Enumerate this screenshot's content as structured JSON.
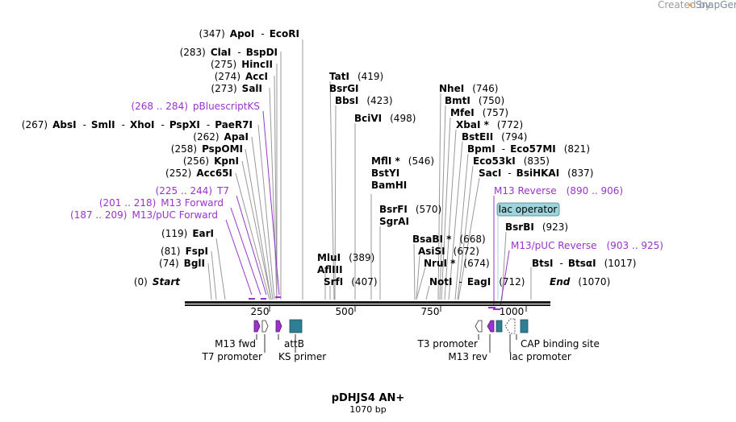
{
  "credit": {
    "prefix": "Created by",
    "brand": "SnapGene"
  },
  "plasmid": {
    "name": "pDHJS4 AN+",
    "length": "1070 bp"
  },
  "axis": {
    "ticks": [
      "250",
      "500",
      "750",
      "1000"
    ]
  },
  "sites": {
    "s01": {
      "pos": "(347)",
      "names": [
        {
          "t": "ApoI"
        },
        {
          "sep": "-"
        },
        {
          "t": "EcoRI"
        }
      ]
    },
    "s02": {
      "pos": "(283)",
      "names": [
        {
          "t": "ClaI"
        },
        {
          "sep": "-"
        },
        {
          "t": "BspDI"
        }
      ]
    },
    "s03": {
      "pos": "(275)",
      "names": [
        {
          "t": "HincII"
        }
      ]
    },
    "s04": {
      "pos": "(274)",
      "names": [
        {
          "t": "AccI"
        }
      ]
    },
    "s05": {
      "pos": "(273)",
      "names": [
        {
          "t": "SalI"
        }
      ]
    },
    "s06": {
      "pos": "(267)",
      "names": [
        {
          "t": "AbsI"
        },
        {
          "sep": "-"
        },
        {
          "t": "SmlI"
        },
        {
          "sep": "-"
        },
        {
          "t": "XhoI"
        },
        {
          "sep": "-"
        },
        {
          "t": "PspXI"
        },
        {
          "sep": "-"
        },
        {
          "t": "PaeR7I"
        }
      ]
    },
    "s07": {
      "pos": "(262)",
      "names": [
        {
          "t": "ApaI"
        }
      ]
    },
    "s08": {
      "pos": "(258)",
      "names": [
        {
          "t": "PspOMI"
        }
      ]
    },
    "s09": {
      "pos": "(256)",
      "names": [
        {
          "t": "KpnI"
        }
      ]
    },
    "s10": {
      "pos": "(252)",
      "names": [
        {
          "t": "Acc65I"
        }
      ]
    },
    "s11": {
      "pos": "(119)",
      "names": [
        {
          "t": "EarI"
        }
      ]
    },
    "s12": {
      "pos": "(81)",
      "names": [
        {
          "t": "FspI"
        }
      ]
    },
    "s13": {
      "pos": "(74)",
      "names": [
        {
          "t": "BglI"
        }
      ]
    },
    "s14": {
      "pos": "(0)",
      "names": [
        {
          "t": "Start",
          "i": true
        }
      ]
    },
    "s15": {
      "pos": "(419)",
      "names": [
        {
          "t": "TatI"
        }
      ]
    },
    "s16": {
      "pos": "",
      "names": [
        {
          "t": "BsrGI"
        }
      ]
    },
    "s17": {
      "pos": "(423)",
      "names": [
        {
          "t": "BbsI"
        }
      ]
    },
    "s18": {
      "pos": "(498)",
      "names": [
        {
          "t": "BciVI"
        }
      ]
    },
    "s19": {
      "pos": "(546)",
      "names": [
        {
          "t": "MflI *"
        }
      ]
    },
    "s20": {
      "pos": "",
      "names": [
        {
          "t": "BstYI"
        }
      ]
    },
    "s21": {
      "pos": "",
      "names": [
        {
          "t": "BamHI"
        }
      ]
    },
    "s22": {
      "pos": "(570)",
      "names": [
        {
          "t": "BsrFI"
        }
      ]
    },
    "s23": {
      "pos": "",
      "names": [
        {
          "t": "SgrAI"
        }
      ]
    },
    "s24": {
      "pos": "(389)",
      "names": [
        {
          "t": "MluI"
        }
      ]
    },
    "s25": {
      "pos": "",
      "names": [
        {
          "t": "AflIII"
        }
      ]
    },
    "s26": {
      "pos": "(407)",
      "names": [
        {
          "t": "SrfI"
        }
      ]
    },
    "s27": {
      "pos": "(746)",
      "names": [
        {
          "t": "NheI"
        }
      ]
    },
    "s28": {
      "pos": "(750)",
      "names": [
        {
          "t": "BmtI"
        }
      ]
    },
    "s29": {
      "pos": "(757)",
      "names": [
        {
          "t": "MfeI"
        }
      ]
    },
    "s30": {
      "pos": "(772)",
      "names": [
        {
          "t": "XbaI *"
        }
      ]
    },
    "s31": {
      "pos": "(794)",
      "names": [
        {
          "t": "BstEII"
        }
      ]
    },
    "s32": {
      "pos": "(821)",
      "names": [
        {
          "t": "BpmI"
        },
        {
          "sep": "-"
        },
        {
          "t": "Eco57MI"
        }
      ]
    },
    "s33": {
      "pos": "(835)",
      "names": [
        {
          "t": "Eco53kI"
        }
      ]
    },
    "s34": {
      "pos": "(837)",
      "names": [
        {
          "t": "SacI"
        },
        {
          "sep": "-"
        },
        {
          "t": "BsiHKAI"
        }
      ]
    },
    "s35": {
      "pos": "(668)",
      "names": [
        {
          "t": "BsaBI *"
        }
      ]
    },
    "s36": {
      "pos": "(672)",
      "names": [
        {
          "t": "AsiSI"
        }
      ]
    },
    "s37": {
      "pos": "(674)",
      "names": [
        {
          "t": "NruI *"
        }
      ]
    },
    "s38": {
      "pos": "(712)",
      "names": [
        {
          "t": "NotI"
        },
        {
          "sep": "-"
        },
        {
          "t": "EagI"
        }
      ]
    },
    "s39": {
      "pos": "(923)",
      "names": [
        {
          "t": "BsrBI"
        }
      ]
    },
    "s40": {
      "pos": "(1017)",
      "names": [
        {
          "t": "BtsI"
        },
        {
          "sep": "-"
        },
        {
          "t": "BtsαI"
        }
      ]
    },
    "s41": {
      "pos": "(1070)",
      "names": [
        {
          "t": "End",
          "i": true
        }
      ]
    }
  },
  "primers": {
    "p1": {
      "range": "(268 .. 284)",
      "name": "pBluescriptKS"
    },
    "p2": {
      "range": "(225 .. 244)",
      "name": "T7"
    },
    "p3": {
      "range": "(201 .. 218)",
      "name": "M13 Forward"
    },
    "p4": {
      "range": "(187 .. 209)",
      "name": "M13/pUC Forward"
    },
    "p5": {
      "range": "(890 .. 906)",
      "name": "M13 Reverse"
    },
    "p6": {
      "range": "(903 .. 925)",
      "name": "M13/pUC Reverse"
    }
  },
  "callout": {
    "label": "lac operator"
  },
  "features": {
    "m13fwd": "M13 fwd",
    "t7prom": "T7 promoter",
    "attb": "attB",
    "ksprimer": "KS primer",
    "t3prom": "T3 promoter",
    "m13rev": "M13 rev",
    "cap": "CAP binding site",
    "lacprom": "lac promoter"
  },
  "colors": {
    "primer": "#9933cc",
    "feature_teal": "#2e7f94",
    "callout_fill": "#9fd4dc",
    "axis": "#1a1a1a",
    "credit": "#9a9a9a"
  }
}
